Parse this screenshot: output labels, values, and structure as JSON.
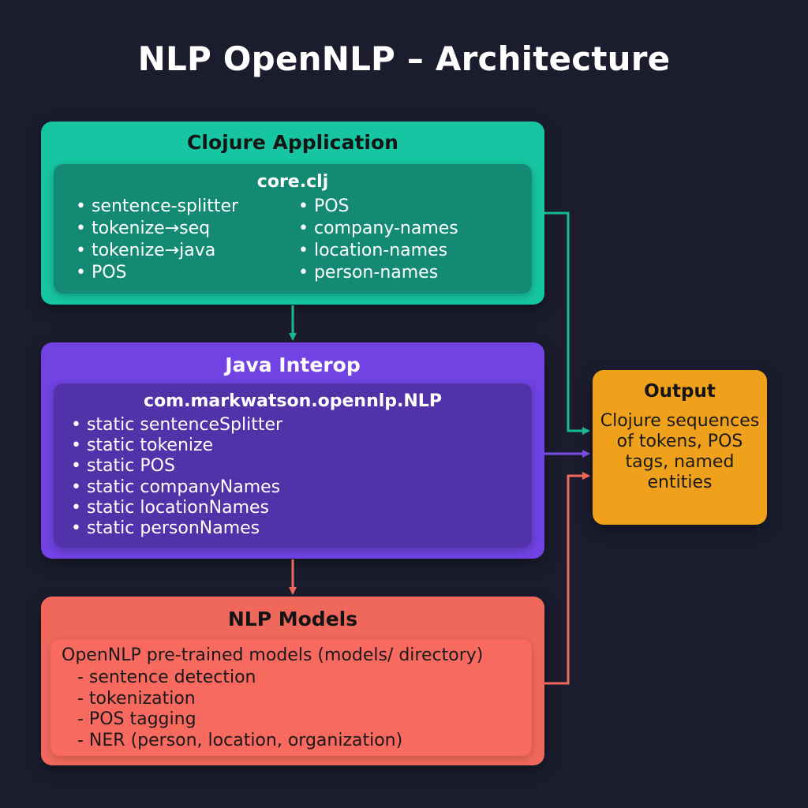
{
  "title": "NLP OpenNLP – Architecture",
  "clojure_app": {
    "title": "Clojure Application",
    "module": "core.clj",
    "left_items": [
      "• sentence-splitter",
      "• tokenize→seq",
      "• tokenize→java",
      "• POS"
    ],
    "right_items": [
      "• POS",
      "• company-names",
      "• location-names",
      "• person-names"
    ]
  },
  "java_interop": {
    "title": "Java Interop",
    "class_name": "com.markwatson.opennlp.NLP",
    "items": [
      "• static sentenceSplitter",
      "• static tokenize",
      "• static POS",
      "• static companyNames",
      "• static locationNames",
      "• static personNames"
    ]
  },
  "nlp_models": {
    "title": "NLP Models",
    "description": "OpenNLP pre-trained models (models/ directory)",
    "items": [
      "- sentence detection",
      "- tokenization",
      "- POS tagging",
      "- NER (person, location, organization)"
    ]
  },
  "output": {
    "title": "Output",
    "description": "Clojure sequences of tokens, POS tags, named entities"
  },
  "colors": {
    "background": "#1b1c2e",
    "clojure": "#16c6a2",
    "java": "#7043e2",
    "models": "#f0685c",
    "output": "#f0a11c"
  }
}
